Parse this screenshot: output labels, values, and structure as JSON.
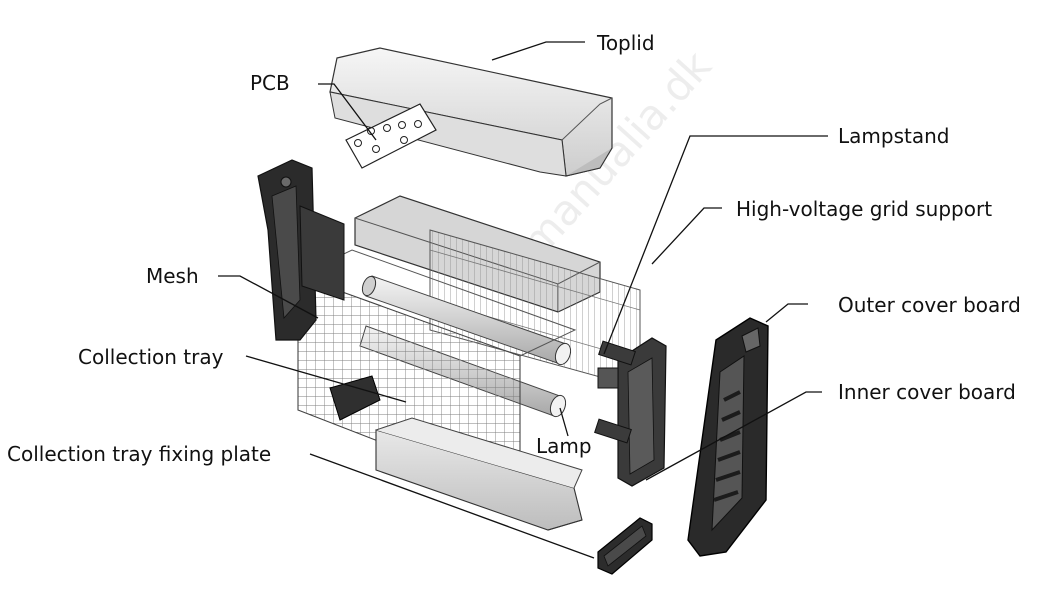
{
  "labels": {
    "toplid": "Toplid",
    "pcb": "PCB",
    "lampstand": "Lampstand",
    "grid_support": "High-voltage grid support",
    "mesh": "Mesh",
    "outer_cover": "Outer cover board",
    "collection_tray": "Collection tray",
    "inner_cover": "Inner cover board",
    "lamp": "Lamp",
    "fixing_plate": "Collection tray fixing plate"
  },
  "watermark": "manualia.dk",
  "colors": {
    "line": "#111111",
    "metal_light": "#efefef",
    "metal_mid": "#cfcfcf",
    "metal_dark": "#9a9a9a",
    "plastic_dark": "#2b2b2b",
    "plastic_mid": "#4a4a4a"
  }
}
